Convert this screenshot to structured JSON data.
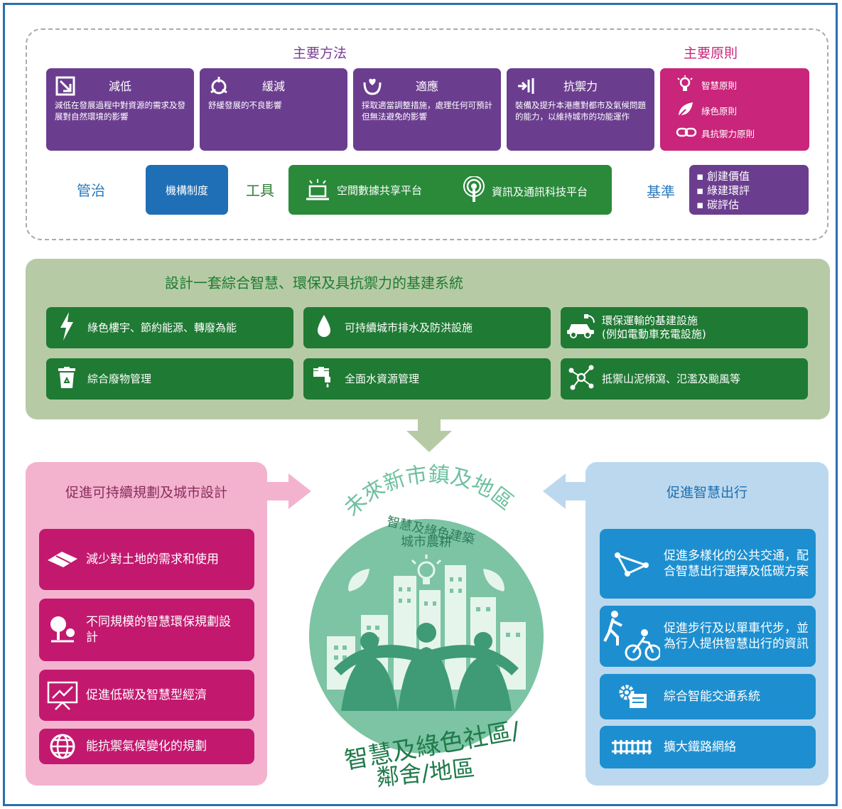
{
  "main_methods": {
    "title": "主要方法",
    "items": [
      {
        "title": "減低",
        "desc": "減低在發展過程中對資源的需求及發展對自然環境的影響",
        "icon": "reduce-icon"
      },
      {
        "title": "緩減",
        "desc": "舒緩發展的不良影響",
        "icon": "mitigate-icon"
      },
      {
        "title": "適應",
        "desc": "採取適當調整措施，處理任何可預計但無法避免的影響",
        "icon": "adapt-icon"
      },
      {
        "title": "抗禦力",
        "desc": "裝備及提升本港應對都市及氣候問題的能力，以維持城市的功能運作",
        "icon": "resilience-icon"
      }
    ]
  },
  "main_principles": {
    "title": "主要原則",
    "items": [
      {
        "label": "智慧原則",
        "icon": "lightbulb-icon"
      },
      {
        "label": "綠色原則",
        "icon": "leaf-icon"
      },
      {
        "label": "具抗禦力原則",
        "icon": "chain-link-icon"
      }
    ]
  },
  "governance": {
    "label": "管治",
    "box": "機構制度"
  },
  "tools": {
    "label": "工具",
    "items": [
      {
        "label": "空間數據共享平台",
        "icon": "laptop-icon"
      },
      {
        "label": "資訊及通訊科技平台",
        "icon": "broadcast-icon"
      }
    ]
  },
  "benchmark": {
    "label": "基準",
    "items": [
      "創建價值",
      "綠建環評",
      "碳評估"
    ]
  },
  "infrastructure": {
    "title": "設計一套綜合智慧、環保及具抗禦力的基建系統",
    "items": [
      {
        "label": "綠色樓宇、節約能源、轉廢為能",
        "icon": "lightning-icon"
      },
      {
        "label": "可持續城市排水及防洪設施",
        "icon": "water-drop-icon"
      },
      {
        "label": "環保運輸的基建設施\n(例如電動車充電設施)",
        "icon": "electric-car-icon"
      },
      {
        "label": "綜合廢物管理",
        "icon": "recycle-bin-icon"
      },
      {
        "label": "全面水資源管理",
        "icon": "faucet-icon"
      },
      {
        "label": "抵禦山泥傾瀉、氾濫及颱風等",
        "icon": "network-icon"
      }
    ]
  },
  "planning": {
    "title": "促進可持續規劃及城市設計",
    "items": [
      {
        "label": "減少對土地的需求和使用",
        "icon": "land-icon"
      },
      {
        "label": "不同規模的智慧環保規劃設計",
        "icon": "tree-icon"
      },
      {
        "label": "促進低碳及智慧型經濟",
        "icon": "chart-board-icon"
      },
      {
        "label": "能抗禦氣候變化的規劃",
        "icon": "globe-icon"
      }
    ]
  },
  "mobility": {
    "title": "促進智慧出行",
    "items": [
      {
        "label": "促進多樣化的公共交通，配合智慧出行選擇及低碳方案",
        "icon": "route-icon"
      },
      {
        "label": "促進步行及以單車代步，並為行人提供智慧出行的資訊",
        "icon": "walk-bike-icon"
      },
      {
        "label": "綜合智能交通系統",
        "icon": "gear-screen-icon"
      },
      {
        "label": "擴大鐵路網絡",
        "icon": "railway-icon"
      }
    ]
  },
  "center": {
    "arc_title": "未來新市鎮及地區",
    "sub1": "智慧及綠色建築",
    "sub2": "城市農耕",
    "bottom1": "智慧及綠色社區/",
    "bottom2": "鄰舍/地區"
  },
  "colors": {
    "purple": "#6b3d8f",
    "magenta": "#c9257a",
    "green": "#1f7a33",
    "blue": "#1d8fd0",
    "sage": "#b6cba5",
    "pink": "#f3b3cf",
    "light_blue": "#bcd8ee"
  }
}
